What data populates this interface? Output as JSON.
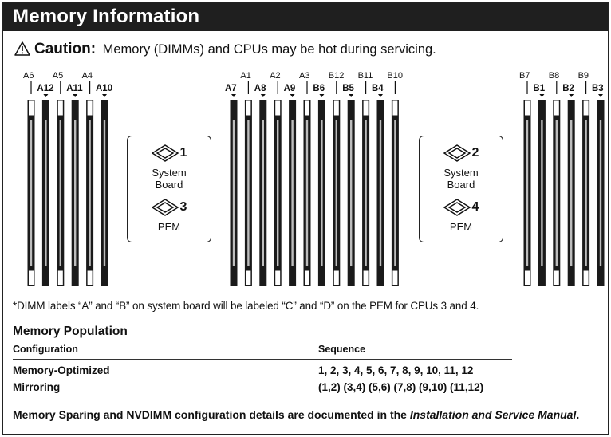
{
  "title": "Memory Information",
  "caution": {
    "label": "Caution:",
    "text": "Memory (DIMMs) and CPUs may be hot during servicing.",
    "icon": "warning-triangle-icon"
  },
  "dimm_groups": [
    {
      "name": "left",
      "slots": [
        "A6",
        "A12",
        "A5",
        "A11",
        "A4",
        "A10"
      ]
    },
    {
      "name": "middle",
      "slots": [
        "A7",
        "A1",
        "A8",
        "A2",
        "A9",
        "A3",
        "B6",
        "B12",
        "B5",
        "B11",
        "B4",
        "B10"
      ]
    },
    {
      "name": "right",
      "slots": [
        "B7",
        "B1",
        "B8",
        "B2",
        "B9",
        "B3"
      ]
    }
  ],
  "cpu_boxes": [
    {
      "top_num": "1",
      "top_label_1": "System",
      "top_label_2": "Board",
      "bottom_num": "3",
      "bottom_label": "PEM",
      "icon": "cpu-chip-icon"
    },
    {
      "top_num": "2",
      "top_label_1": "System",
      "top_label_2": "Board",
      "bottom_num": "4",
      "bottom_label": "PEM",
      "icon": "cpu-chip-icon"
    }
  ],
  "footnote": "*DIMM labels “A” and “B” on system board will be labeled “C” and “D” on the PEM for CPUs 3 and 4.",
  "population": {
    "title": "Memory Population",
    "col_config": "Configuration",
    "col_sequence": "Sequence",
    "rows": [
      {
        "config": "Memory-Optimized",
        "sequence": "1, 2, 3, 4, 5, 6, 7, 8, 9, 10, 11, 12"
      },
      {
        "config": "Mirroring",
        "sequence": "(1,2) (3,4) (5,6) (7,8) (9,10) (11,12)"
      }
    ]
  },
  "note": {
    "text": "Memory Sparing and NVDIMM configuration details are documented in the ",
    "italic": "Installation and Service Manual",
    "end": "."
  }
}
